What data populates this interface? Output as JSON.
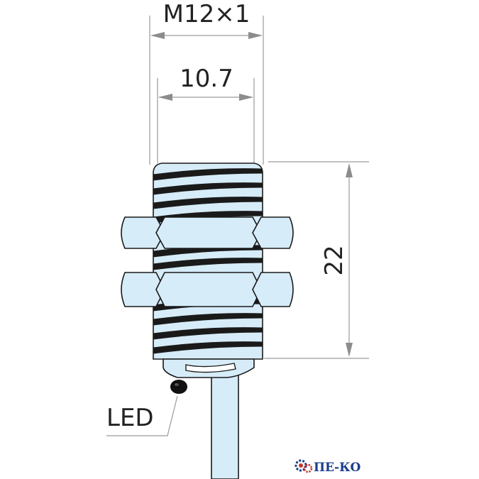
{
  "dimensions": {
    "thread": "M12×1",
    "inner_diameter": "10.7",
    "length": "22"
  },
  "callouts": {
    "led": "LED"
  },
  "logo": {
    "text": "ПЕ-КО"
  },
  "colors": {
    "body_fill": "#d6ecf8",
    "outline": "#1a1a1a",
    "dimension_line": "#9a9a9a",
    "arrow": "#8c8c8c",
    "led": "#111111",
    "logo": "#1b3d8c"
  }
}
